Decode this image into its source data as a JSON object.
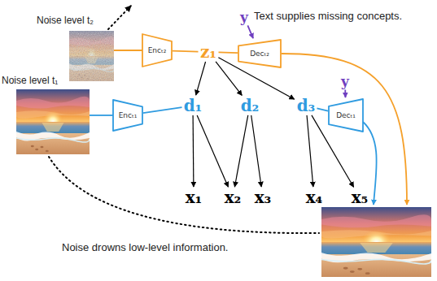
{
  "diagram": {
    "nodes": [
      {
        "text": [
          "Encₜ₂"
        ]
      },
      {
        "text": [
          "z₁"
        ]
      },
      {
        "text": [
          "Decₜ₂"
        ]
      },
      {
        "text": [
          "y"
        ]
      },
      {
        "text": [
          "Encₜ₁"
        ]
      },
      {
        "text": [
          "d₁"
        ]
      },
      {
        "text": [
          "d₂"
        ]
      },
      {
        "text": [
          "d₃"
        ]
      },
      {
        "text": [
          "y"
        ]
      },
      {
        "text": [
          "Decₜ₁"
        ]
      },
      {
        "text": [
          "x₁"
        ]
      },
      {
        "text": [
          "x₂"
        ]
      },
      {
        "text": [
          "x₃"
        ]
      },
      {
        "text": [
          "x₄"
        ]
      },
      {
        "text": [
          "x₅"
        ]
      }
    ],
    "edges": [
      {
        "from": 0,
        "to": 1,
        "arrow": "none"
      },
      {
        "from": 1,
        "to": 2,
        "arrow": "none"
      },
      {
        "from": 3,
        "to": 2,
        "arrow": "to"
      },
      {
        "from": 4,
        "to": 5,
        "arrow": "none"
      },
      {
        "from": 1,
        "to": 5,
        "arrow": "to"
      },
      {
        "from": 1,
        "to": 6,
        "arrow": "to"
      },
      {
        "from": 1,
        "to": 7,
        "arrow": "to"
      },
      {
        "from": 7,
        "to": 9,
        "arrow": "none"
      },
      {
        "from": 8,
        "to": 9,
        "arrow": "to"
      },
      {
        "from": 5,
        "to": 10,
        "arrow": "to"
      },
      {
        "from": 5,
        "to": 11,
        "arrow": "to"
      },
      {
        "from": 6,
        "to": 11,
        "arrow": "to"
      },
      {
        "from": 6,
        "to": 12,
        "arrow": "to"
      },
      {
        "from": 7,
        "to": 13,
        "arrow": "to"
      },
      {
        "from": 7,
        "to": 14,
        "arrow": "to"
      }
    ],
    "labels": [
      "Noise level t₂",
      "Noise level t₁",
      "Text supplies missing concepts.",
      "Noise drowns low-level information."
    ]
  }
}
